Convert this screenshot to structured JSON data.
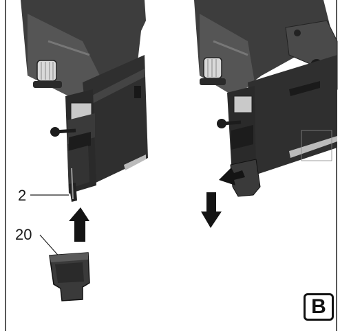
{
  "callouts": {
    "part_2": "2",
    "part_20": "20"
  },
  "panel": {
    "badge": "B"
  },
  "icons": [
    "arrow-up-icon",
    "arrow-left-icon",
    "arrow-down-icon"
  ],
  "colors": {
    "tool_body": "#3b3b3b",
    "tool_dark": "#1f1f1f",
    "tool_light": "#9a9a9a",
    "arrow": "#141414"
  }
}
